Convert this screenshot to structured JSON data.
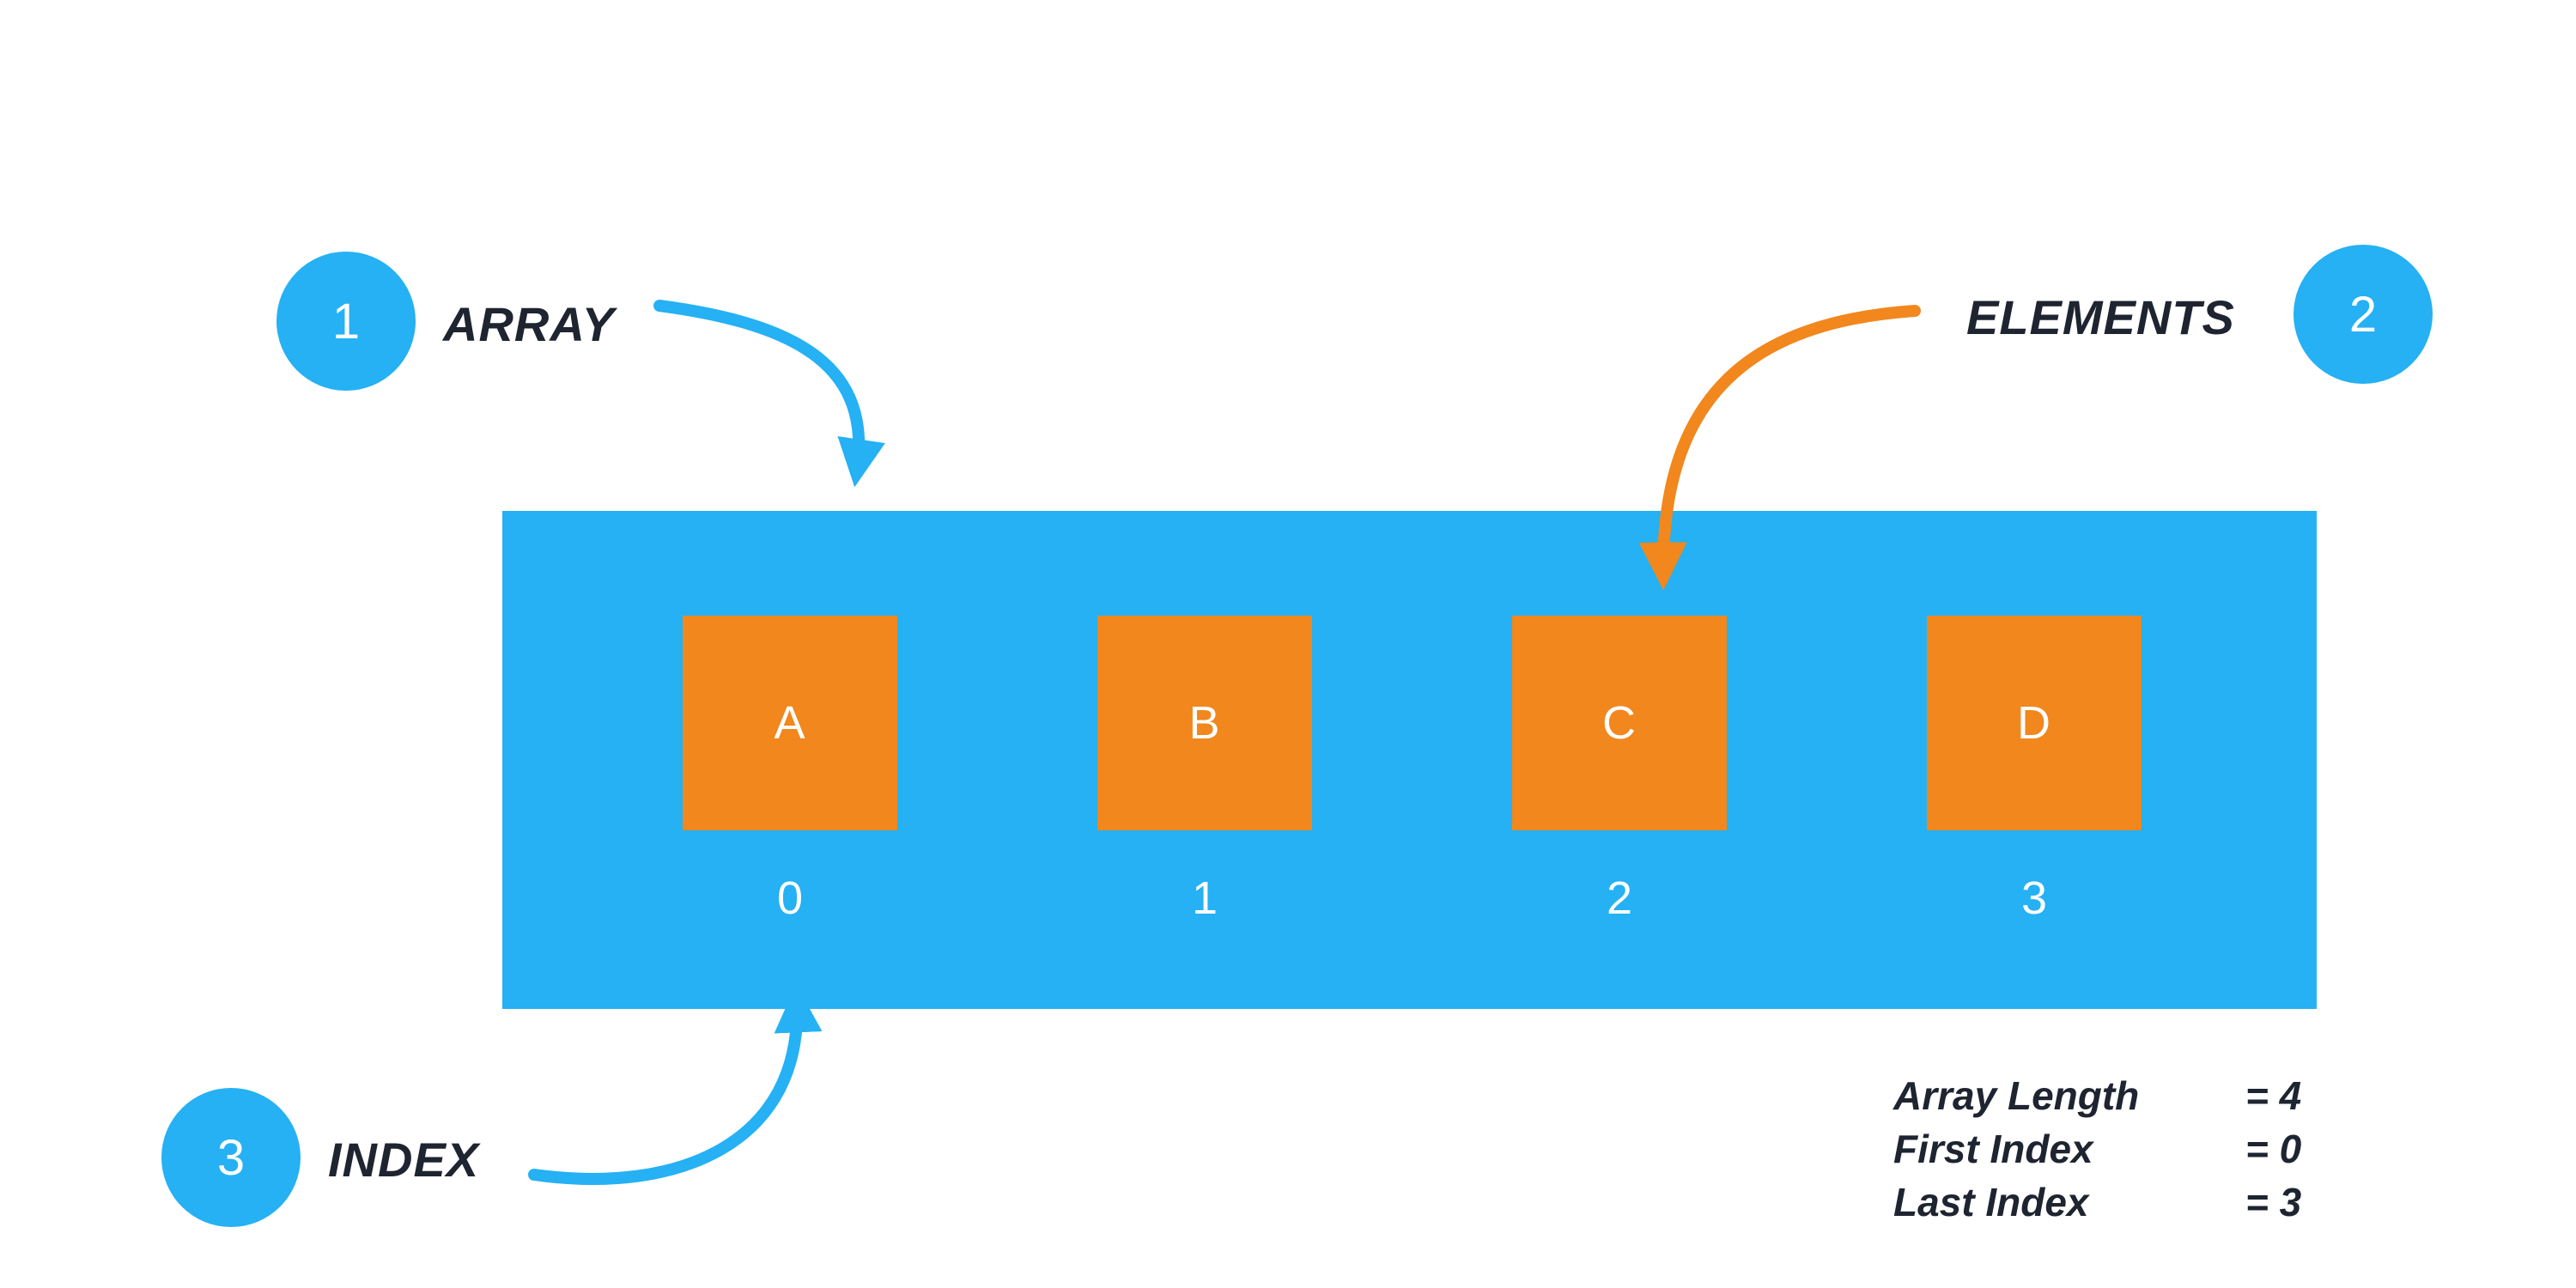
{
  "colors": {
    "blue": "#25B1F3",
    "orange": "#F1871D",
    "text_dark": "#1E2430",
    "white": "#FFFFFF"
  },
  "callouts": {
    "array": {
      "number": "1",
      "label": "ARRAY"
    },
    "elements": {
      "number": "2",
      "label": "ELEMENTS"
    },
    "index": {
      "number": "3",
      "label": "INDEX"
    }
  },
  "array": {
    "cells": [
      {
        "letter": "A",
        "index": "0"
      },
      {
        "letter": "B",
        "index": "1"
      },
      {
        "letter": "C",
        "index": "2"
      },
      {
        "letter": "D",
        "index": "3"
      }
    ]
  },
  "stats": [
    {
      "label": "Array Length",
      "value": "= 4"
    },
    {
      "label": "First Index",
      "value": "= 0"
    },
    {
      "label": "Last Index",
      "value": "= 3"
    }
  ]
}
